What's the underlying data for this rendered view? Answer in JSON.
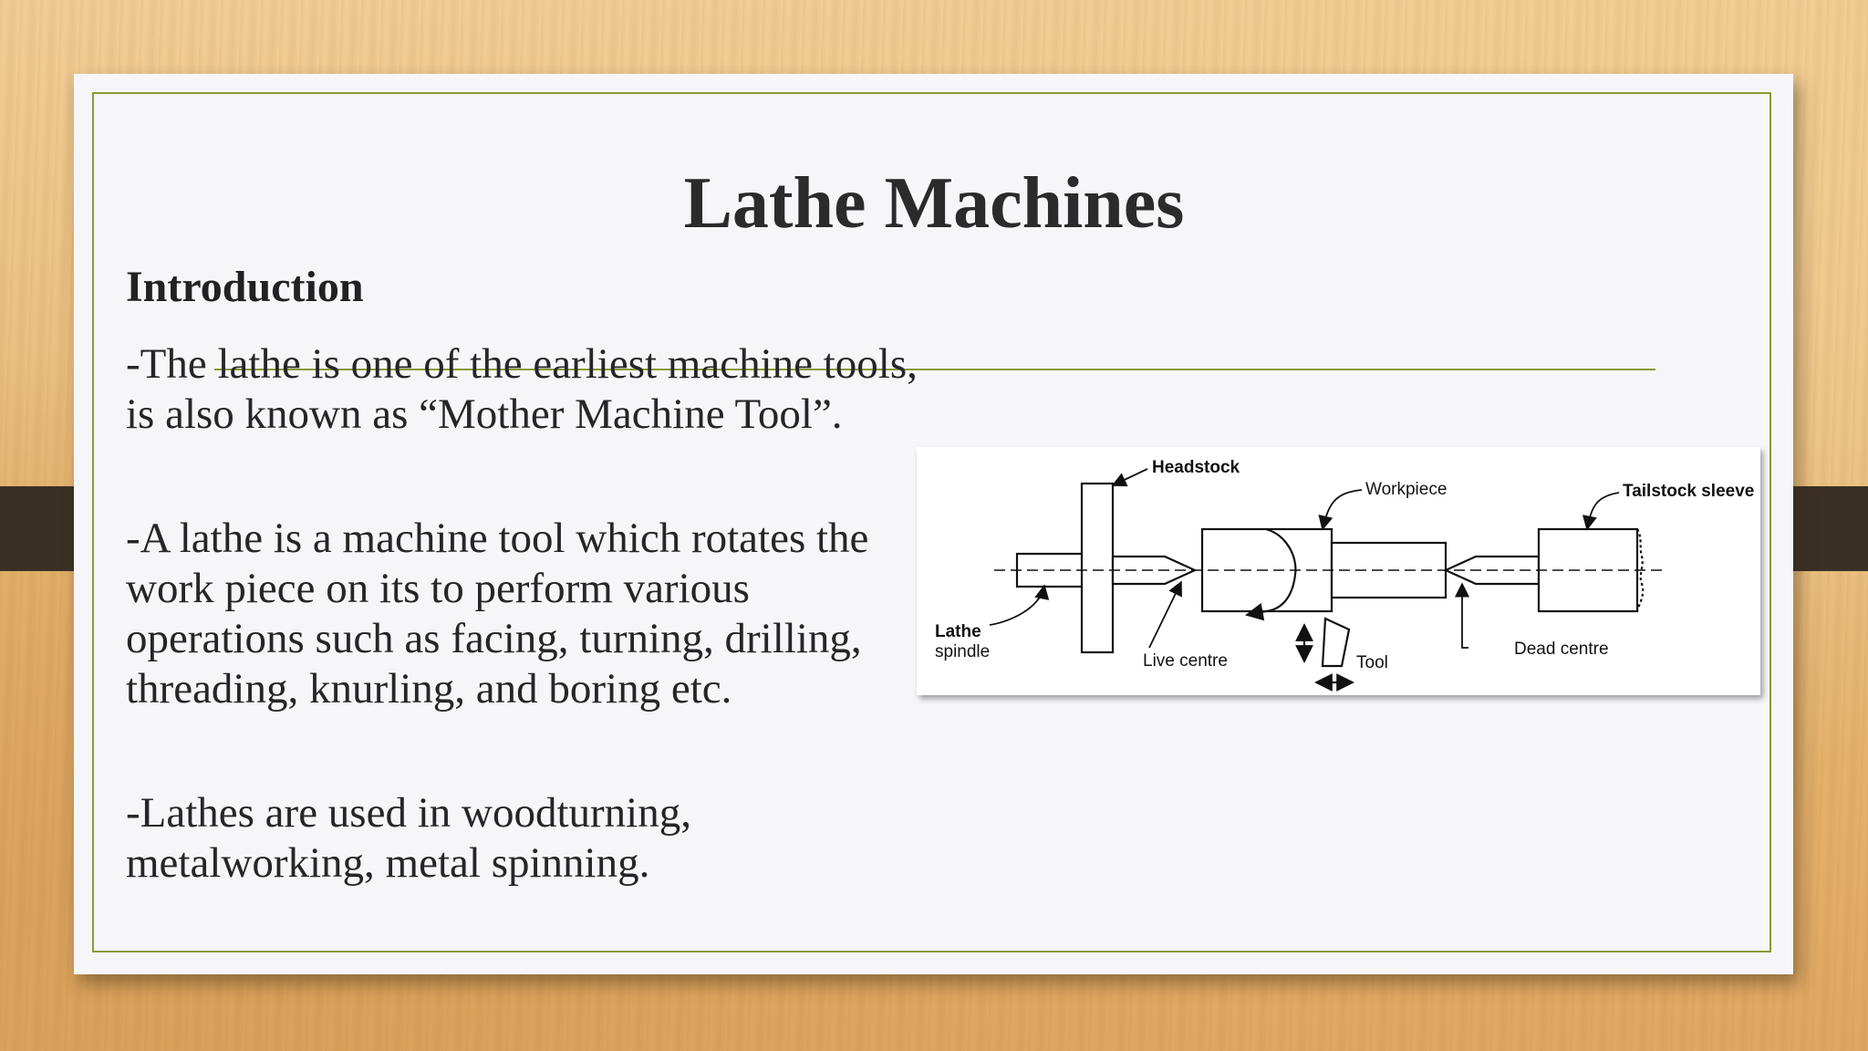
{
  "slide": {
    "title": "Lathe Machines",
    "subheading": "Introduction",
    "paragraphs": [
      "-The lathe is one of the earliest machine tools, is also known as “Mother Machine Tool”.",
      "-A lathe is a machine tool which rotates the work piece on its to perform various operations such as facing, turning, drilling, threading, knurling, and boring etc.",
      "-Lathes are used in woodturning, metalworking, metal spinning."
    ]
  },
  "diagram": {
    "labels": {
      "headstock": "Headstock",
      "workpiece": "Workpiece",
      "tailstock_sleeve": "Tailstock sleeve",
      "lathe_spindle_line1": "Lathe",
      "lathe_spindle_line2": "spindle",
      "live_centre": "Live centre",
      "tool": "Tool",
      "dead_centre": "Dead centre"
    }
  },
  "colors": {
    "accent_rule": "#8a9a35",
    "side_band": "#3b3026",
    "slide_bg": "#f6f6f9"
  }
}
